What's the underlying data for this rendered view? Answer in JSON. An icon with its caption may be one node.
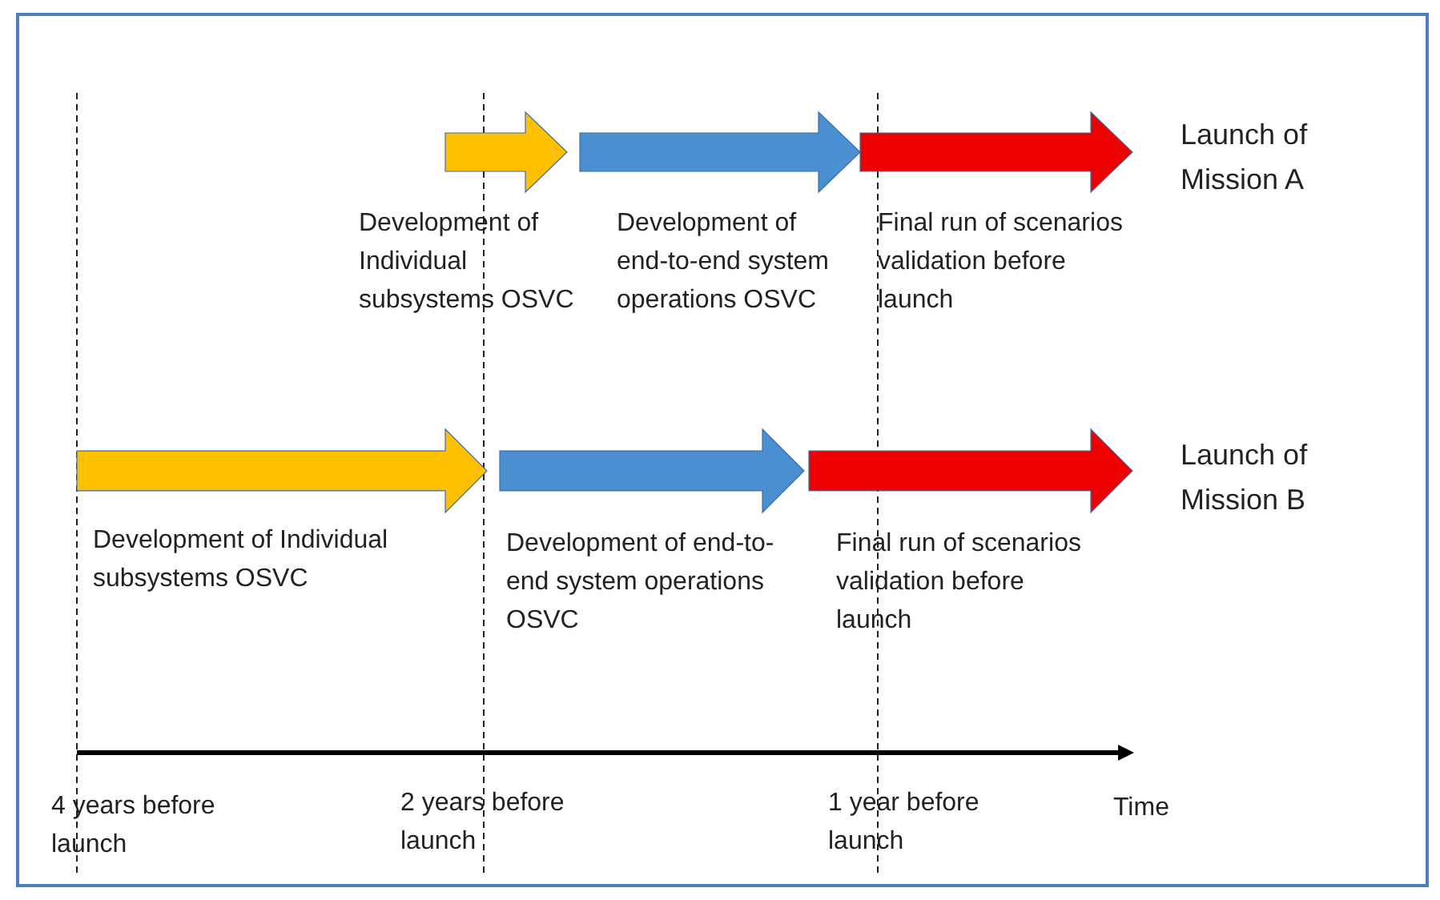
{
  "diagram": {
    "nodes": [
      {
        "text": [],
        "shape": "arrow",
        "beside": [
          "Development of Individual subsystems OSVC"
        ]
      },
      {
        "text": [],
        "shape": "arrow",
        "beside": [
          "Development of end-to-end system operations OSVC"
        ]
      },
      {
        "text": [],
        "shape": "arrow",
        "beside": [
          "Final run of scenarios validation before launch"
        ]
      },
      {
        "text": [],
        "shape": "arrow",
        "beside": [
          "Development of Individual subsystems OSVC"
        ]
      },
      {
        "text": [],
        "shape": "arrow",
        "beside": [
          "Development of end-to-end system operations OSVC"
        ]
      },
      {
        "text": [],
        "shape": "arrow",
        "beside": [
          "Final run of scenarios validation before launch"
        ]
      }
    ],
    "edges": [],
    "labels": [
      "Launch of Mission A",
      "Launch of Mission B",
      "4 years before launch",
      "2 years before launch",
      "1 year before launch",
      "Time"
    ]
  }
}
